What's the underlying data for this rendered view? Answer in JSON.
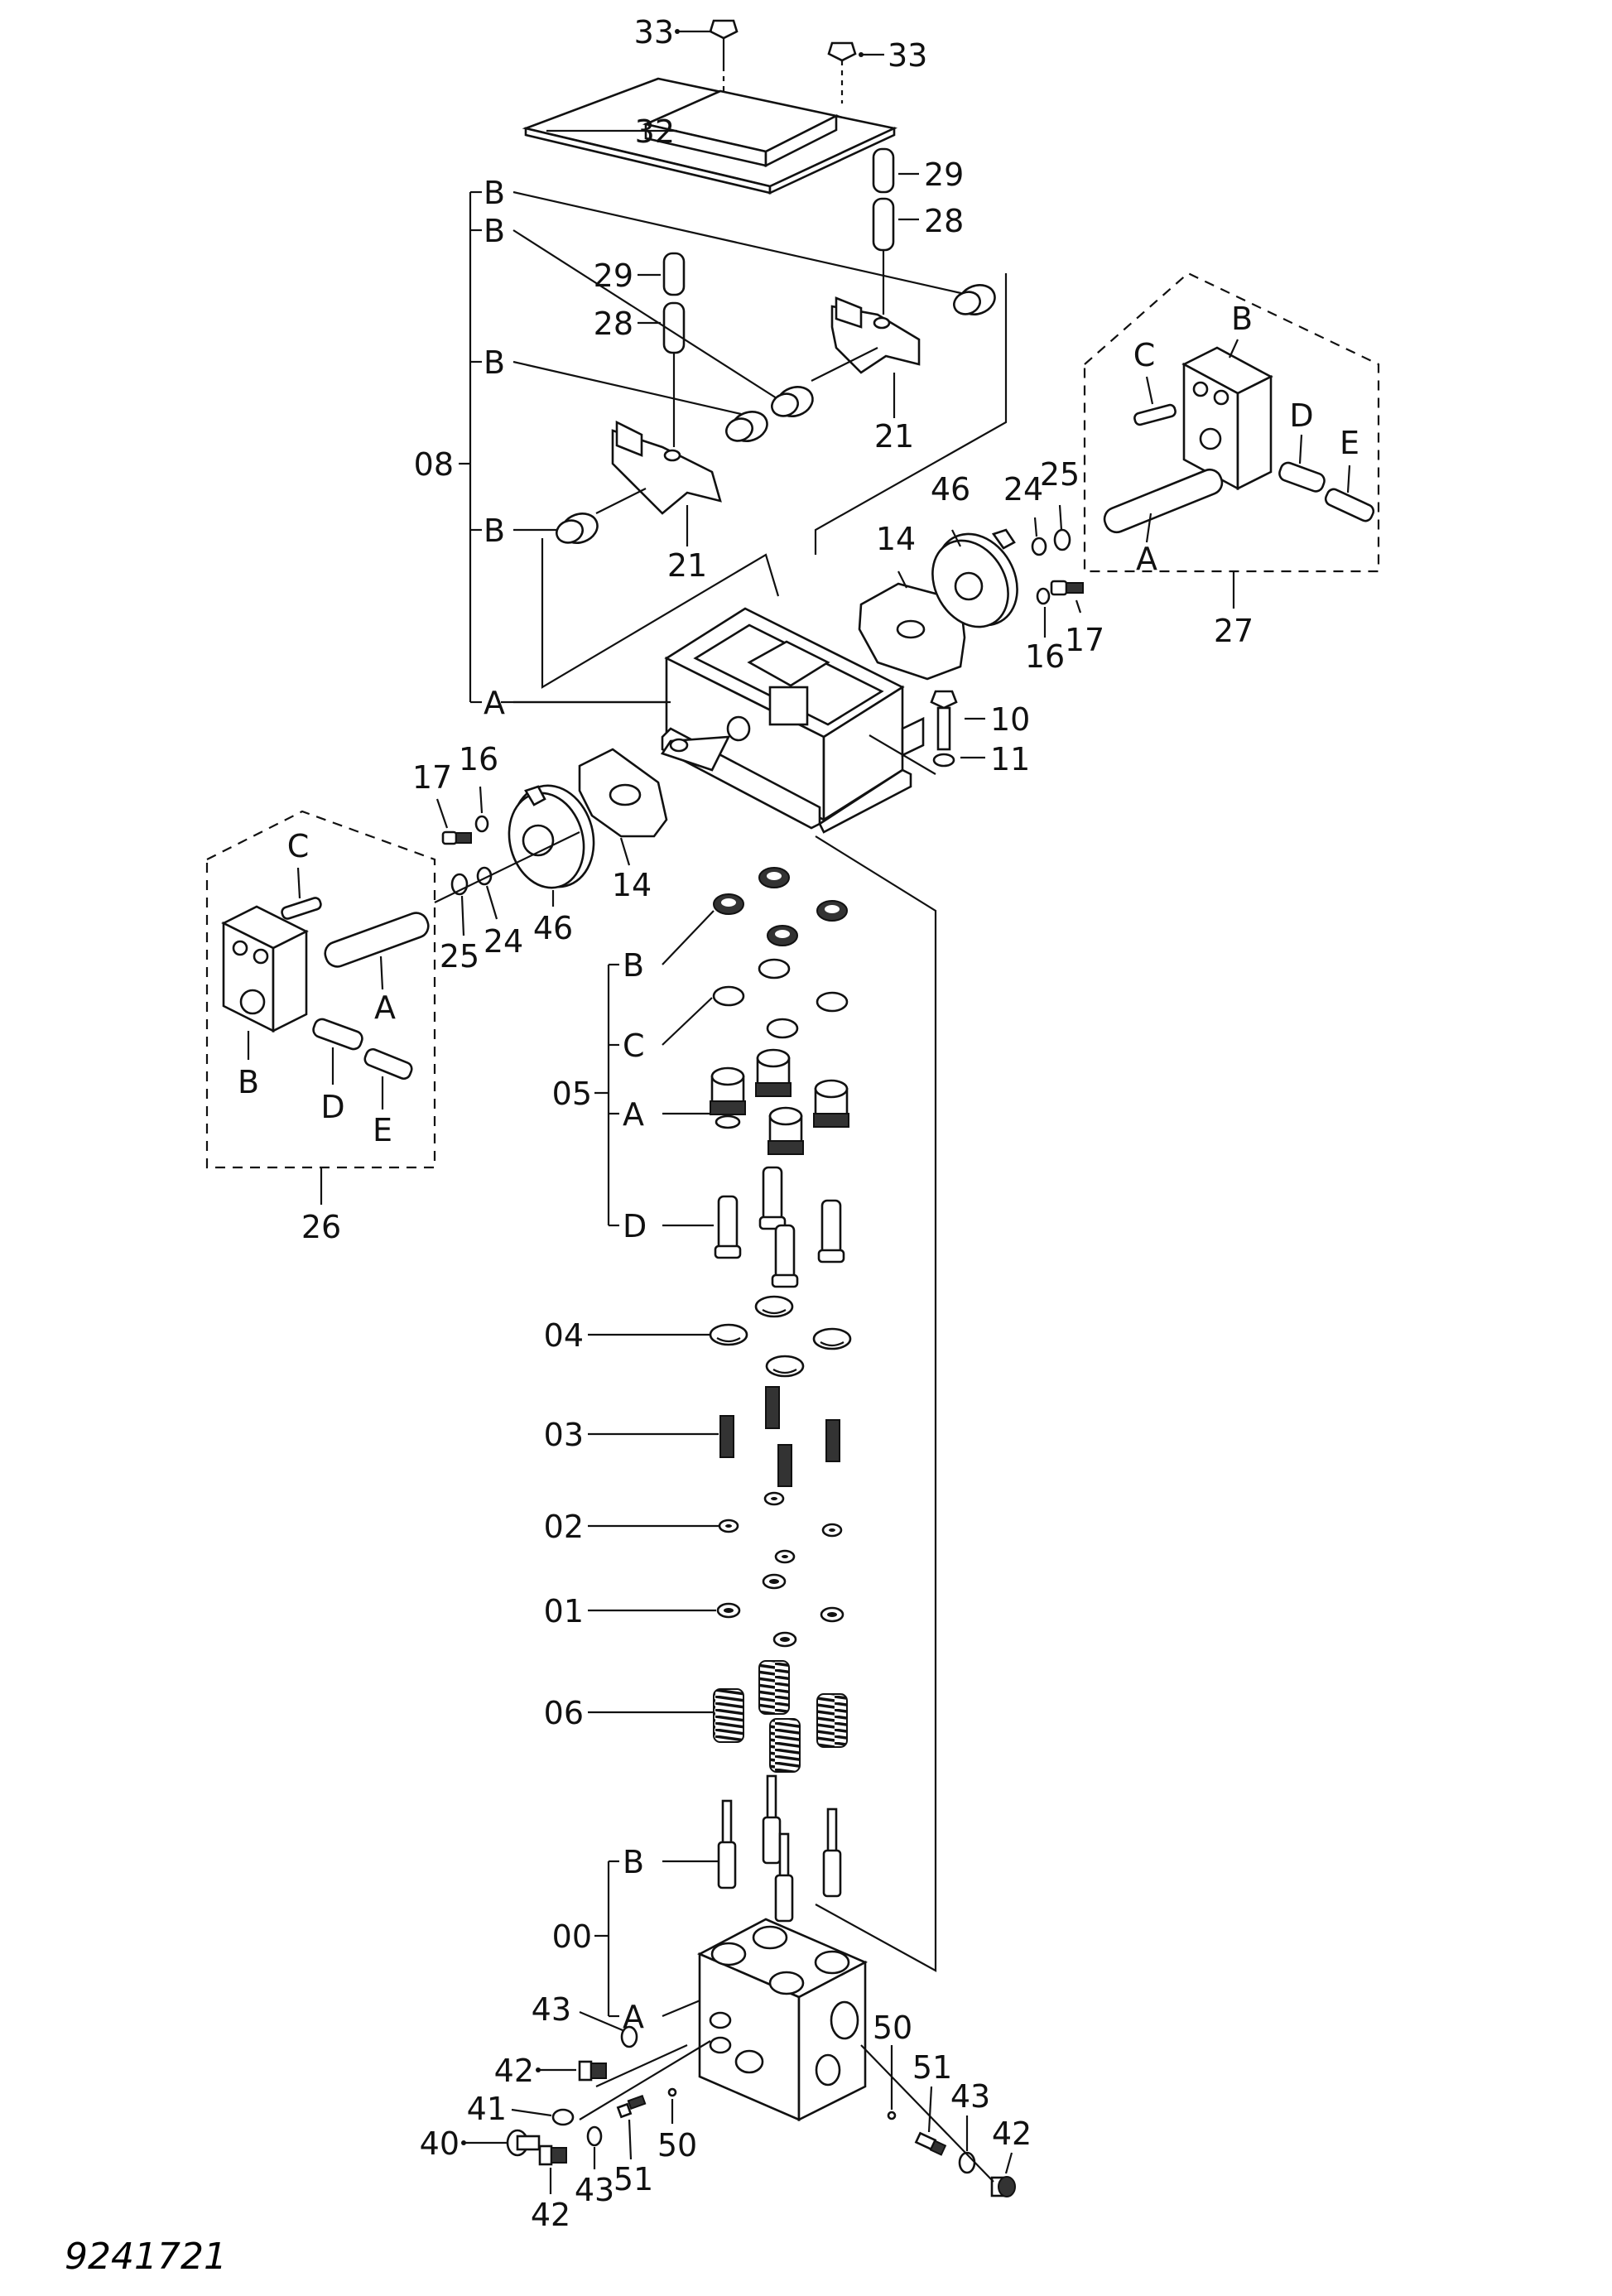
{
  "figure_number": "9241721",
  "labels": {
    "l33a": "33",
    "l33b": "33",
    "l32": "32",
    "l29a": "29",
    "l28a": "28",
    "l29b": "29",
    "l28b": "28",
    "l08": "08",
    "lB1": "B",
    "lB2": "B",
    "lB3": "B",
    "lB4": "B",
    "lA1": "A",
    "l21a": "21",
    "l21b": "21",
    "l46a": "46",
    "l14a": "14",
    "l24a": "24",
    "l25a": "25",
    "l16a": "16",
    "l17a": "17",
    "l10": "10",
    "l11": "11",
    "l27": "27",
    "lC27": "C",
    "lB27": "B",
    "lD27": "D",
    "lE27": "E",
    "lA27": "A",
    "l17b": "17",
    "l16b": "16",
    "l14b": "14",
    "l46b": "46",
    "l24b": "24",
    "l25b": "25",
    "l26": "26",
    "lC26": "C",
    "lB26": "B",
    "lA26": "A",
    "lD26": "D",
    "lE26": "E",
    "l05": "05",
    "lB05": "B",
    "lC05": "C",
    "lA05": "A",
    "lD05": "D",
    "l04": "04",
    "l03": "03",
    "l02": "02",
    "l01": "01",
    "l06": "06",
    "l00": "00",
    "lB00": "B",
    "lA00": "A",
    "l43a": "43",
    "l42a": "42",
    "l41": "41",
    "l40": "40",
    "l42b": "42",
    "l43b": "43",
    "l51a": "51",
    "l50a": "50",
    "l50b": "50",
    "l51b": "51",
    "l43c": "43",
    "l42c": "42"
  }
}
